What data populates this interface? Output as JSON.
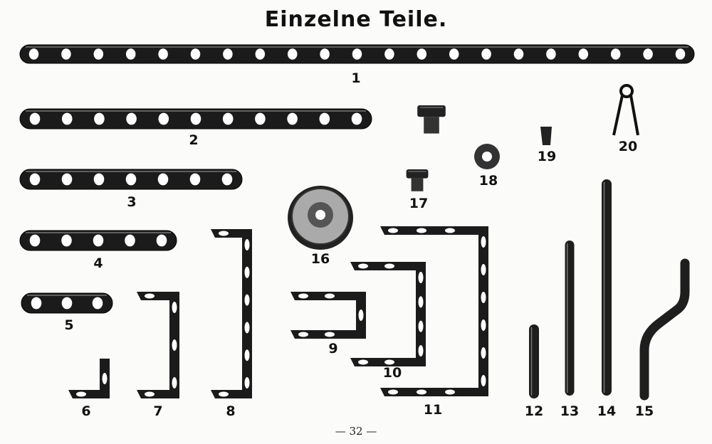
{
  "title": "Einzelne Teile.",
  "page_number": "— 32 —",
  "parts": [
    {
      "label": "1",
      "holes": 21
    },
    {
      "label": "2",
      "holes": 11
    },
    {
      "label": "3",
      "holes": 7
    },
    {
      "label": "4",
      "holes": 5
    },
    {
      "label": "5",
      "holes": 3
    },
    {
      "label": "6"
    },
    {
      "label": "7"
    },
    {
      "label": "8"
    },
    {
      "label": "9"
    },
    {
      "label": "10"
    },
    {
      "label": "11"
    },
    {
      "label": "12"
    },
    {
      "label": "13"
    },
    {
      "label": "14"
    },
    {
      "label": "15"
    },
    {
      "label": "16"
    },
    {
      "label": "17"
    },
    {
      "label": "18"
    },
    {
      "label": "19"
    },
    {
      "label": "20"
    }
  ]
}
